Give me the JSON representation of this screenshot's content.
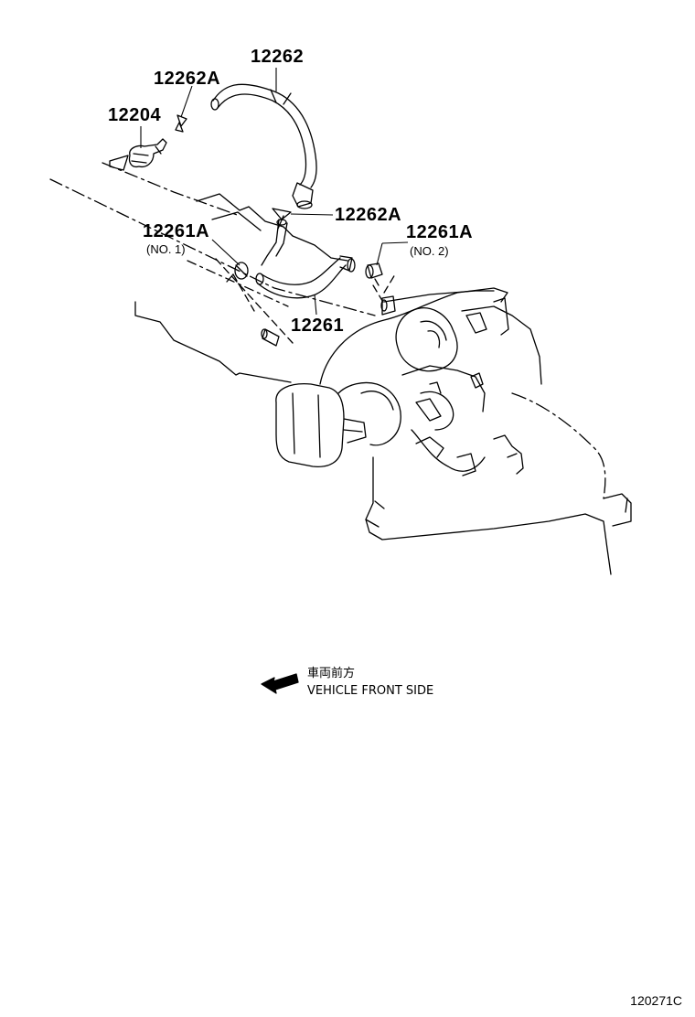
{
  "labels": {
    "hose_12262": "12262",
    "clip_12262a_top": "12262A",
    "valve_12204": "12204",
    "clip_12262a_mid": "12262A",
    "clip_12261a_no1": "12261A",
    "clip_12261a_no1_note": "(NO. 1)",
    "clip_12261a_no2": "12261A",
    "clip_12261a_no2_note": "(NO. 2)",
    "hose_12261": "12261"
  },
  "direction": {
    "japanese": "車両前方",
    "english": "VEHICLE FRONT SIDE"
  },
  "diagram_code": "120271C"
}
